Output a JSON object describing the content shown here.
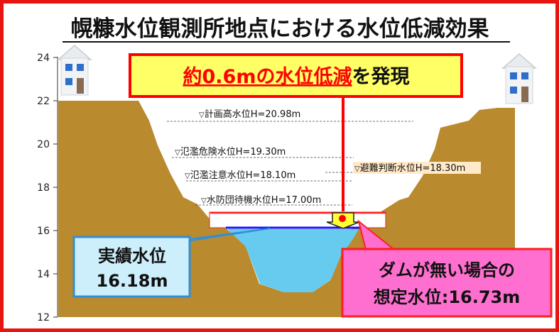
{
  "title": "幌糠水位観測所地点における水位低減効果",
  "y_ticks": [
    "24",
    "22",
    "20",
    "18",
    "16",
    "14",
    "12"
  ],
  "headline": {
    "highlight": "約0.6mの水位低減",
    "suffix": "を発現"
  },
  "levels": [
    {
      "symbol": "▽",
      "label": "計画高水位H=20.98m"
    },
    {
      "symbol": "▽",
      "label": "氾濫危険水位H=19.30m"
    },
    {
      "symbol": "▽",
      "label": "氾濫注意水位H=18.10m"
    },
    {
      "symbol": "▽",
      "label": "水防団待機水位H=17.00m"
    },
    {
      "symbol": "▽",
      "label": "避難判断水位H=18.30m"
    }
  ],
  "actual": {
    "line1": "実績水位",
    "line2": "16.18m"
  },
  "nodam": {
    "line1": "ダムが無い場合の",
    "line2": "想定水位:16.73m"
  },
  "colors": {
    "frame": "#e8140f",
    "ground": "#b98a2e",
    "water": "#67cbef",
    "actual_line": "#1414ff",
    "nodam_line": "#ff1e1e",
    "highlight_text": "#ff0000",
    "headline_bg": "#ffff66",
    "callout_blue_bg": "#cdeefb",
    "callout_pink_bg": "#ff6fd0"
  }
}
